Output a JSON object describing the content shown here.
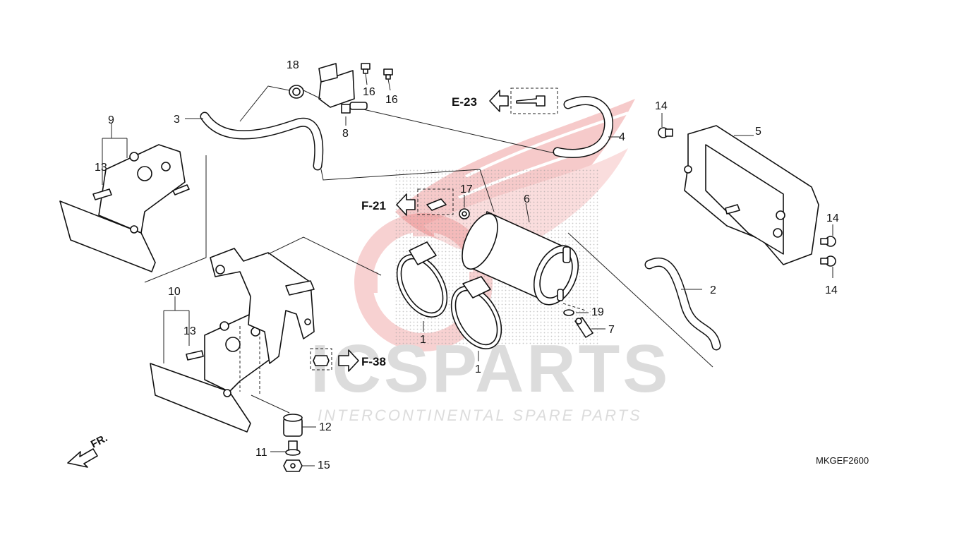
{
  "watermark": {
    "brand": "ICSPARTS",
    "tagline": "INTERCONTINENTAL SPARE PARTS",
    "accent_color": "#e86a6a"
  },
  "diagram_code": "MKGEF2600",
  "direction_label": "FR.",
  "references": {
    "e23": "E-23",
    "f21": "F-21",
    "f38": "F-38"
  },
  "callouts": {
    "c1a": "1",
    "c1b": "1",
    "c2": "2",
    "c3": "3",
    "c4": "4",
    "c5": "5",
    "c6": "6",
    "c7": "7",
    "c8": "8",
    "c9": "9",
    "c10": "10",
    "c11": "11",
    "c12": "12",
    "c13a": "13",
    "c13b": "13",
    "c14a": "14",
    "c14b": "14",
    "c14c": "14",
    "c15": "15",
    "c16a": "16",
    "c16b": "16",
    "c17": "17",
    "c18": "18",
    "c19": "19"
  }
}
